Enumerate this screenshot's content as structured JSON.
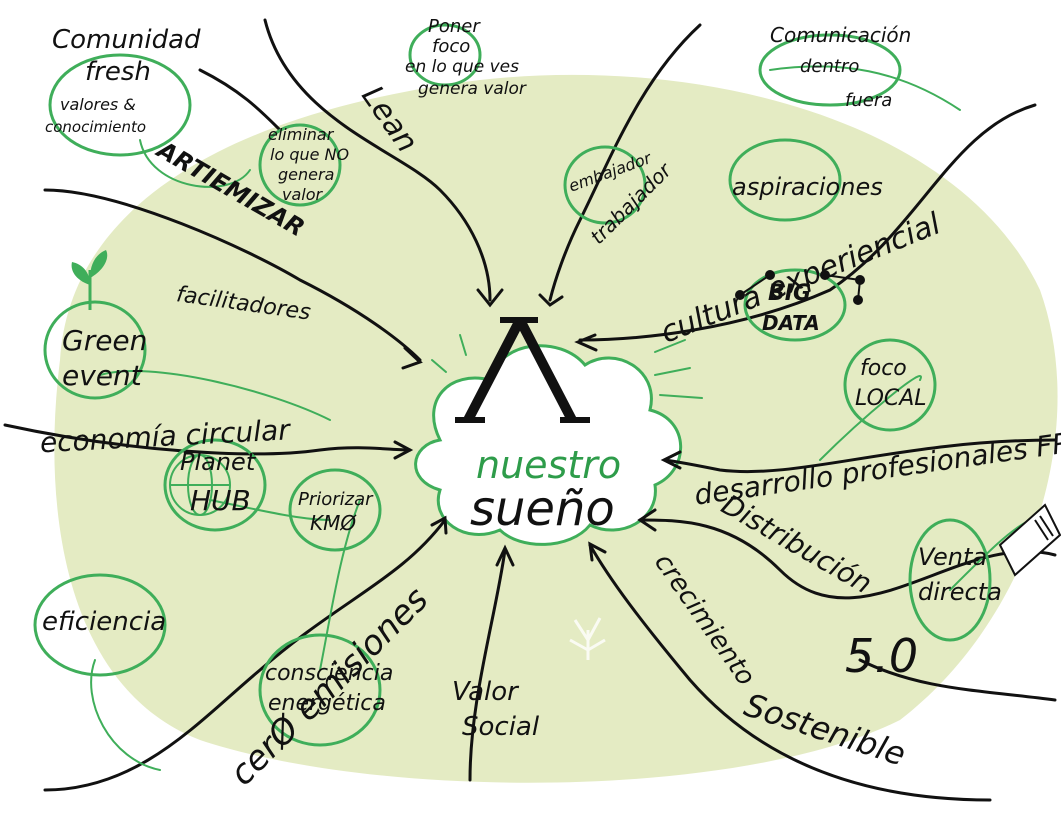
{
  "colors": {
    "background": "#ffffff",
    "blob": "#e4ebc3",
    "ink": "#111111",
    "accent": "#3fae5a"
  },
  "center": {
    "top": "nuestro",
    "bottom": "sueño"
  },
  "nodes": {
    "comunidad_1": "Comunidad",
    "comunidad_2": "fresh",
    "comunidad_3": "valores &",
    "comunidad_4": "conocimiento",
    "poner_1": "Poner",
    "poner_2": "foco",
    "poner_3": "en lo que ves",
    "poner_4": "genera valor",
    "comunicacion_1": "Comunicación",
    "comunicacion_2": "dentro",
    "comunicacion_3": "fuera",
    "lean": "Lean",
    "eliminar_1": "eliminar",
    "eliminar_2": "lo que NO",
    "eliminar_3": "genera",
    "eliminar_4": "valor",
    "trabajador_1": "embajador",
    "trabajador_2": "trabajador",
    "aspiraciones": "aspiraciones",
    "artiemizar": "ARTIEMIZAR",
    "cultura": "cultura experiencial",
    "facilitadores": "facilitadores",
    "big_data_1": "BIG",
    "big_data_2": "DATA",
    "green_1": "Green",
    "green_2": "event",
    "foco_local_1": "foco",
    "foco_local_2": "LOCAL",
    "economia": "economía circular",
    "desarrollo": "desarrollo profesionales FRESH",
    "planet_1": "Planet",
    "planet_2": "HUB",
    "priorizar_1": "Priorizar",
    "priorizar_2": "KMØ",
    "distribucion_1": "Distribución",
    "distribucion_2": "5.0",
    "venta_1": "Venta",
    "venta_2": "directa",
    "cero": "cerØ emisiones",
    "eficiencia": "eficiencia",
    "consciencia_1": "consciencia",
    "consciencia_2": "energética",
    "valor_1": "Valor",
    "valor_2": "Social",
    "crecimiento": "crecimiento",
    "sostenible": "Sostenible"
  }
}
